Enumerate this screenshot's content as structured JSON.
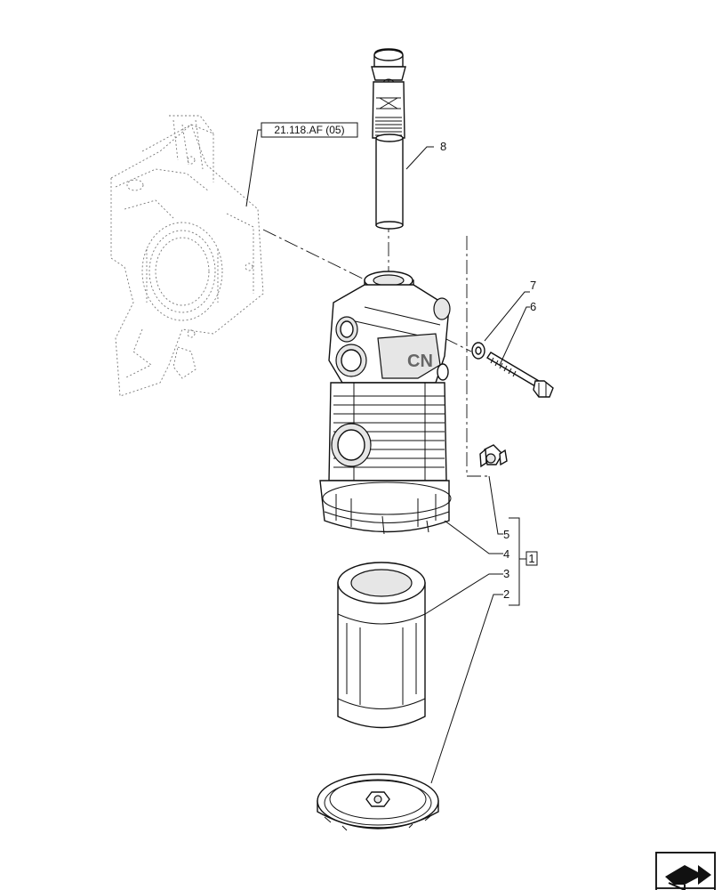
{
  "reference": {
    "code": "21.118.AF (05)"
  },
  "callouts": [
    {
      "id": "8",
      "text": "8"
    },
    {
      "id": "7",
      "text": "7"
    },
    {
      "id": "6",
      "text": "6"
    },
    {
      "id": "5",
      "text": "5"
    },
    {
      "id": "4",
      "text": "4"
    },
    {
      "id": "3",
      "text": "3"
    },
    {
      "id": "2",
      "text": "2"
    }
  ],
  "assembly": {
    "text": "1"
  },
  "nav_icon": "next-page-arrow-icon"
}
